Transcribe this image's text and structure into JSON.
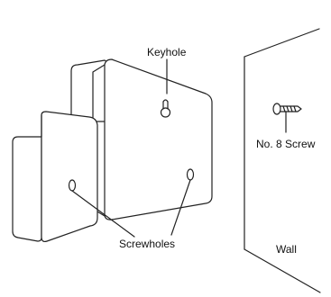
{
  "labels": {
    "keyhole": "Keyhole",
    "screw": "No. 8 Screw",
    "screwholes": "Screwholes",
    "wall": "Wall"
  }
}
